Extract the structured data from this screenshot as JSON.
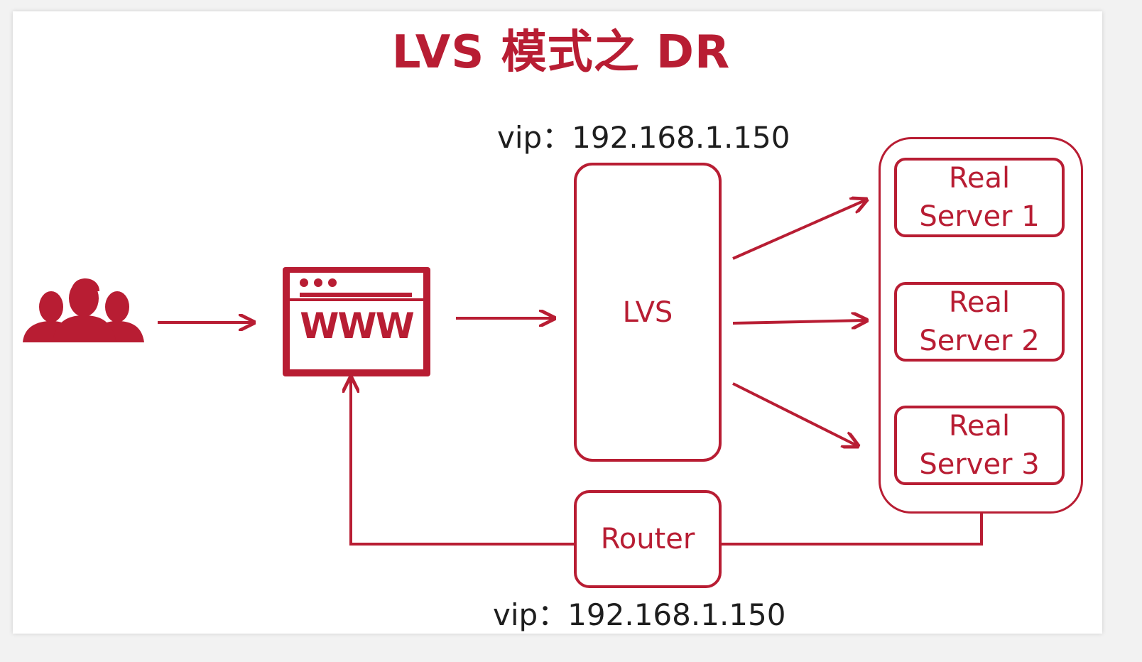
{
  "title": "LVS 模式之 DR",
  "vip_top": "vip：192.168.1.150",
  "vip_bottom": "vip：192.168.1.150",
  "nodes": {
    "users": "users-icon",
    "www": "WWW",
    "lvs": "LVS",
    "router": "Router",
    "real_servers": [
      "Real\nServer 1",
      "Real\nServer 2",
      "Real\nServer 3"
    ]
  },
  "colors": {
    "accent": "#b81d33",
    "text": "#1e1e1e",
    "background": "#ffffff"
  }
}
